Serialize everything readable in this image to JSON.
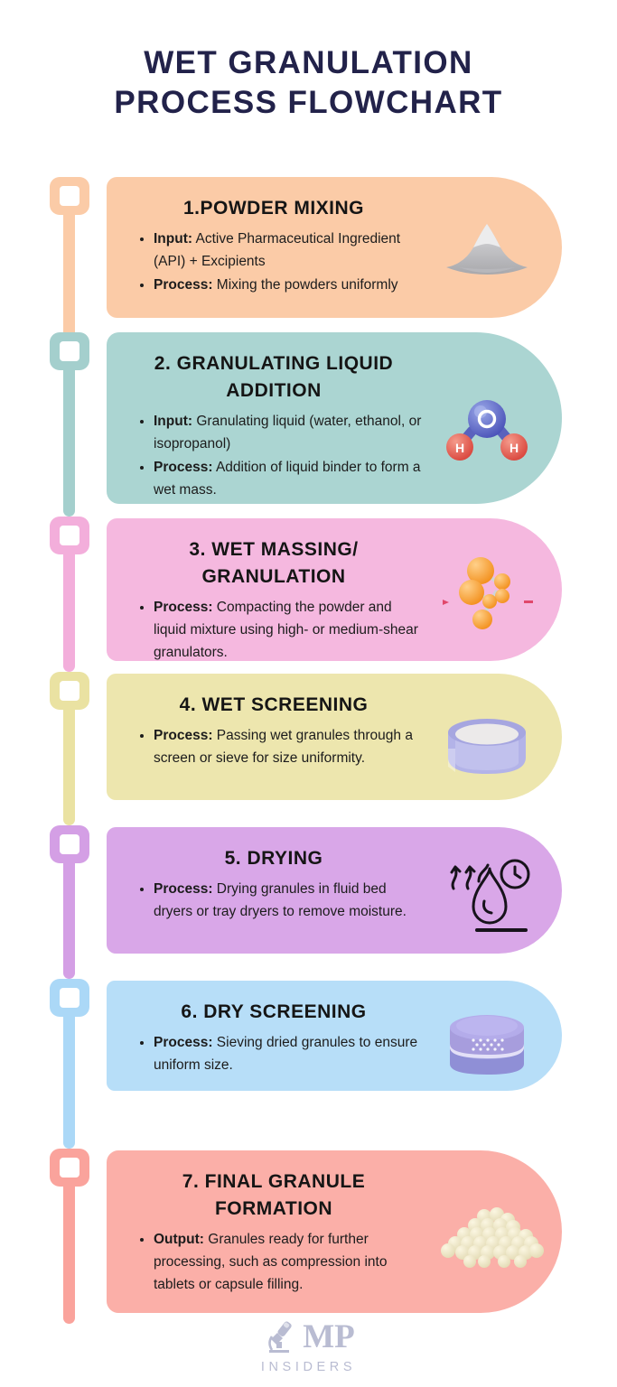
{
  "title": {
    "line1": "WET GRANULATION",
    "line2": "PROCESS FLOWCHART",
    "color": "#22224a"
  },
  "steps": [
    {
      "number": "1.",
      "heading": "POWDER MIXING",
      "heading_full": "1.POWDER MIXING",
      "color": "#fbcba7",
      "marker_color": "#fbcba7",
      "icon": "powder-heap-icon",
      "bullets": [
        {
          "label": "Input:",
          "text": "Active Pharmaceutical Ingredient (API) + Excipients"
        },
        {
          "label": "Process:",
          "text": "Mixing the powders uniformly"
        }
      ]
    },
    {
      "number": "2.",
      "heading": "GRANULATING LIQUID ADDITION",
      "heading_full": "2. GRANULATING LIQUID ADDITION",
      "color": "#abd5d2",
      "marker_color": "#a4cfcd",
      "icon": "water-molecule-icon",
      "bullets": [
        {
          "label": "Input:",
          "text": "Granulating liquid (water, ethanol, or isopropanol)"
        },
        {
          "label": "Process:",
          "text": "Addition of liquid binder to form a wet mass."
        }
      ]
    },
    {
      "number": "3.",
      "heading": "WET MASSING/ GRANULATION",
      "heading_full": "3. WET MASSING/ GRANULATION",
      "color": "#f5b8df",
      "marker_color": "#f3aedb",
      "icon": "granule-cluster-icon",
      "bullets": [
        {
          "label": "Process:",
          "text": "Compacting the powder and liquid mixture using high- or medium-shear granulators."
        }
      ]
    },
    {
      "number": "4.",
      "heading": "WET SCREENING",
      "heading_full": "4. WET SCREENING",
      "color": "#ede6ae",
      "marker_color": "#eae2a2",
      "icon": "sieve-bowl-icon",
      "bullets": [
        {
          "label": "Process:",
          "text": "Passing wet granules through a screen or sieve for size uniformity."
        }
      ]
    },
    {
      "number": "5.",
      "heading": "DRYING",
      "heading_full": "5. DRYING",
      "color": "#d9a7e8",
      "marker_color": "#d49fe5",
      "icon": "moisture-evaporation-icon",
      "bullets": [
        {
          "label": "Process:",
          "text": "Drying granules in fluid bed dryers or tray dryers to remove moisture."
        }
      ]
    },
    {
      "number": "6.",
      "heading": "DRY SCREENING",
      "heading_full": "6. DRY SCREENING",
      "color": "#b7def8",
      "marker_color": "#abd8f7",
      "icon": "stacked-sieve-icon",
      "bullets": [
        {
          "label": "Process:",
          "text": "Sieving dried granules to ensure uniform size."
        }
      ]
    },
    {
      "number": "7.",
      "heading": "FINAL GRANULE FORMATION",
      "heading_full": "7. FINAL GRANULE FORMATION",
      "color": "#fbafa8",
      "marker_color": "#faa39c",
      "icon": "granule-pile-icon",
      "bullets": [
        {
          "label": "Output:",
          "text": "Granules ready for further processing, such as compression into tablets or capsule filling."
        }
      ]
    }
  ],
  "footer": {
    "logo_word": "MP",
    "logo_sub": "INSIDERS",
    "logo_icon": "microscope-icon",
    "logo_color": "#b9bcd2"
  }
}
